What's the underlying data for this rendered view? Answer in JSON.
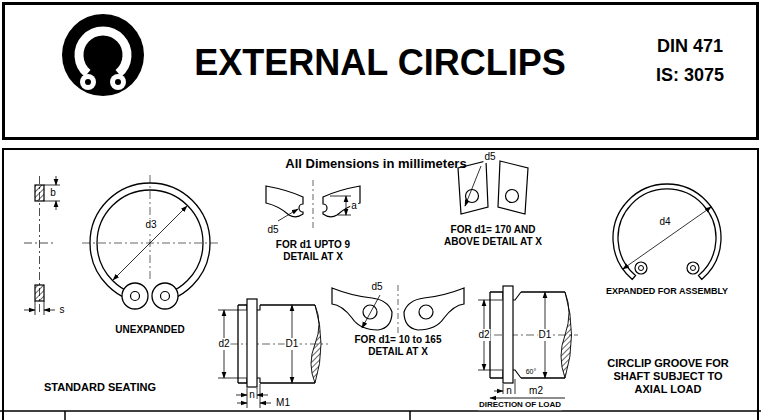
{
  "diagram": {
    "nodes": [
      {
        "text": [
          "EXTERNAL CIRCLIPS",
          "DIN 471",
          "IS: 3075"
        ]
      },
      {
        "text": [
          "All Dimensions in millimeters"
        ]
      }
    ],
    "labels": [
      "b",
      "s",
      "d3",
      "UNEXPANDED",
      "d5",
      "a",
      "FOR d1 UPTO 9 DETAIL AT X",
      "d5",
      "FOR d1= 170 AND ABOVE DETAIL AT X",
      "d4",
      "EXPANDED FOR ASSEMBLY",
      "d5",
      "FOR d1= 10 to 165 DETAIL AT X",
      "d2",
      "D1",
      "n",
      "M1",
      "STANDARD SEATING",
      "d2",
      "D1",
      "n",
      "m2",
      "60°",
      "DIRECTION OF LOAD",
      "CIRCLIP GROOVE FOR SHAFT SUBJECT TO AXIAL LOAD"
    ]
  }
}
